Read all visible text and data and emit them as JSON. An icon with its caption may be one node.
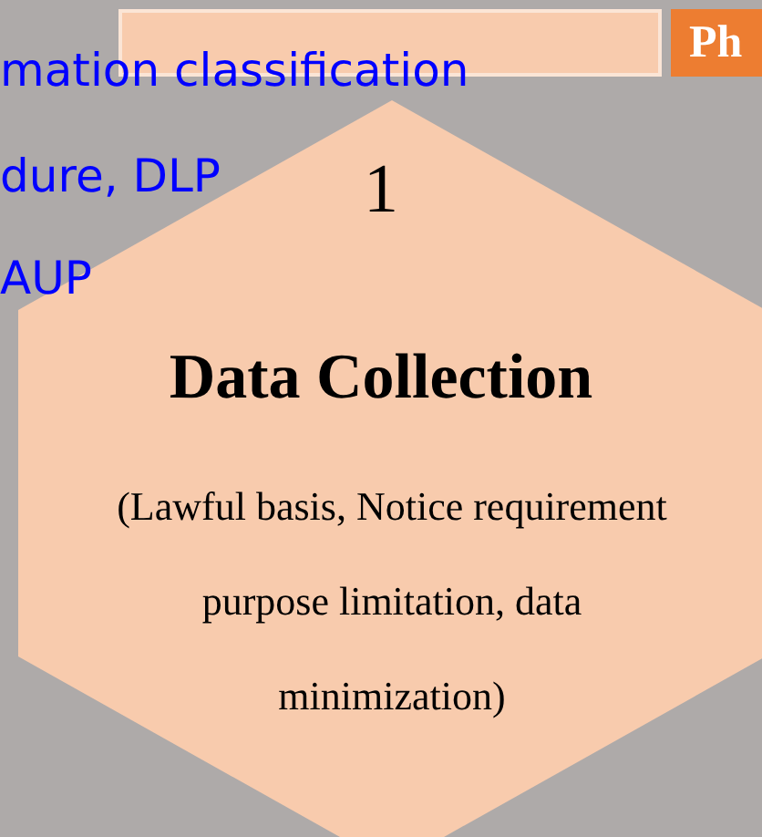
{
  "diagram": {
    "nodes": [
      {
        "text": [],
        "shape": "box"
      },
      {
        "text": [
          "Ph"
        ]
      },
      {
        "text": [
          "1",
          "Data Collection",
          "(Lawful basis, Notice requirement purpose limitation, data minimization)"
        ]
      }
    ],
    "edges": [],
    "labels": [
      "mation classification",
      "dure, DLP",
      "AUP"
    ]
  }
}
